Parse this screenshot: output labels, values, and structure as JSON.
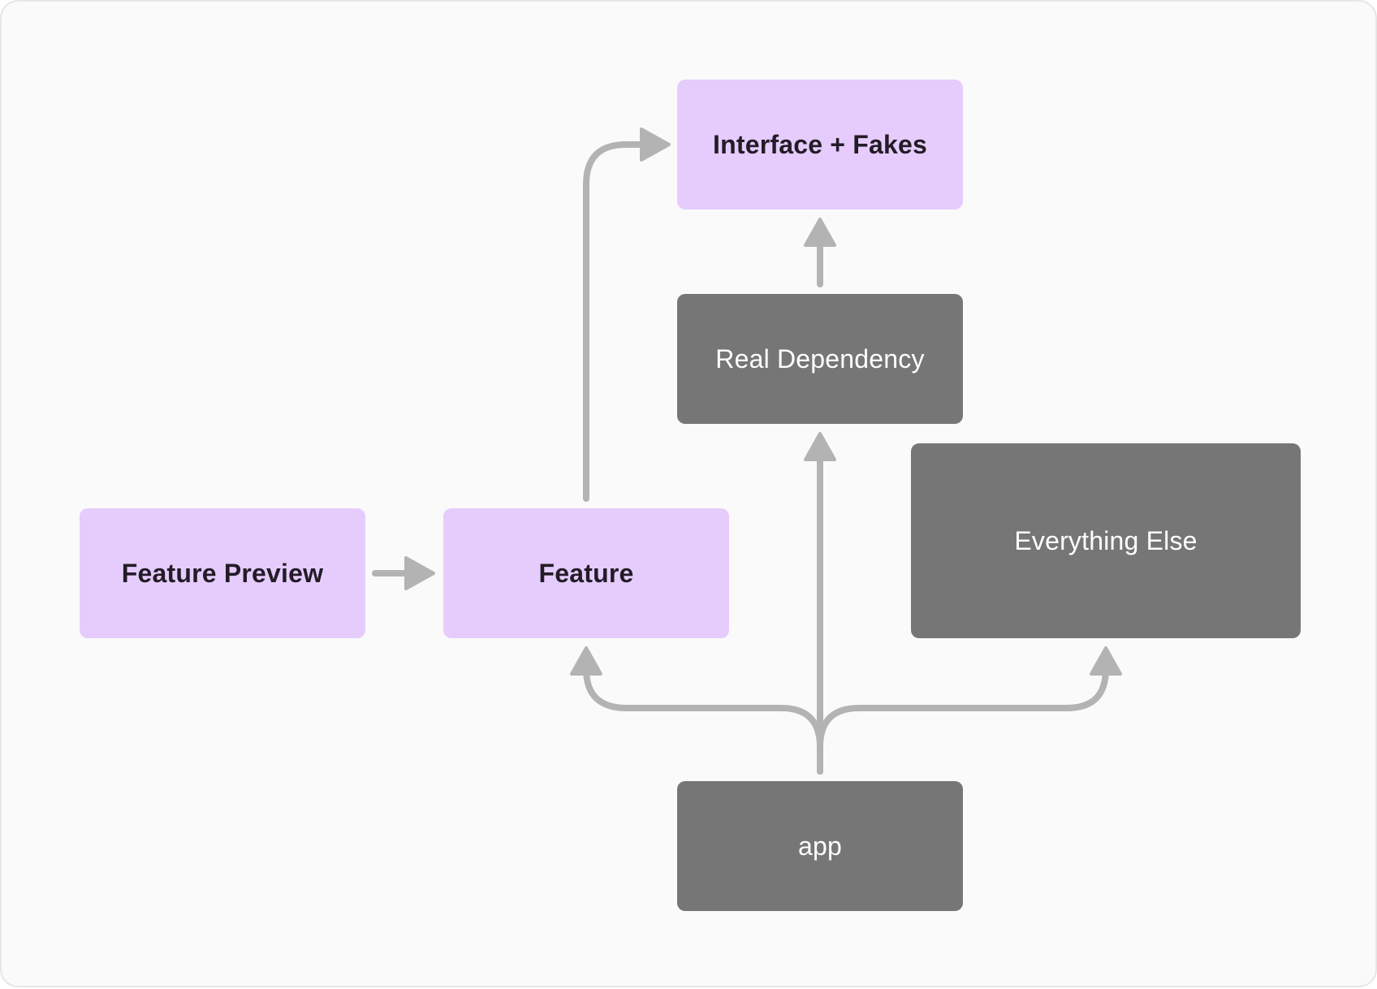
{
  "diagram": {
    "nodes": {
      "interface_fakes": {
        "label": "Interface + Fakes",
        "style": "light"
      },
      "real_dependency": {
        "label": "Real Dependency",
        "style": "dark"
      },
      "everything_else": {
        "label": "Everything Else",
        "style": "dark"
      },
      "feature_preview": {
        "label": "Feature Preview",
        "style": "light"
      },
      "feature": {
        "label": "Feature",
        "style": "light"
      },
      "app": {
        "label": "app",
        "style": "dark"
      }
    },
    "edges": [
      {
        "from": "feature",
        "to": "interface_fakes"
      },
      {
        "from": "real_dependency",
        "to": "interface_fakes"
      },
      {
        "from": "feature_preview",
        "to": "feature"
      },
      {
        "from": "app",
        "to": "feature"
      },
      {
        "from": "app",
        "to": "real_dependency"
      },
      {
        "from": "app",
        "to": "everything_else"
      }
    ],
    "colors": {
      "light_box": "#e6ccfc",
      "dark_box": "#767676",
      "arrow": "#b3b3b3",
      "background": "#fafafa"
    }
  }
}
